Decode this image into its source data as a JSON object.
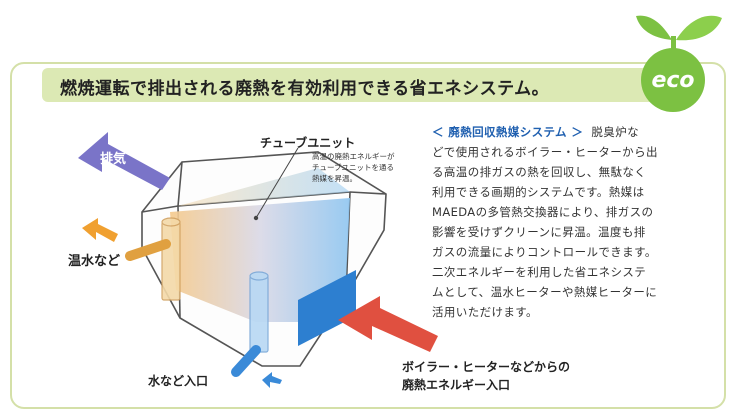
{
  "title": "燃焼運転で排出される廃熱を有効利用できる省エネシステム。",
  "eco_badge": "eco",
  "labels": {
    "exhaust": "排気",
    "hot_water": "温水など",
    "tube_unit": "チューブユニット",
    "tube_note_1": "高温の廃熱エネルギーが",
    "tube_note_2": "チューブユニットを通る",
    "tube_note_3": "熱媒を昇温。",
    "water_inlet": "水など入口",
    "heat_inlet_1": "ボイラー・ヒーターなどからの",
    "heat_inlet_2": "廃熱エネルギー入口"
  },
  "description": {
    "heading": "＜ 廃熱回収熱媒システム ＞",
    "lines": [
      "脱臭炉な",
      "どで使用されるボイラー・ヒーターから出",
      "る高温の排ガスの熱を回収し、無駄なく",
      "利用できる画期的システムです。熱媒は",
      "MAEDAの多管熱交換器により、排ガスの",
      "影響を受けずクリーンに昇温。温度も排",
      "ガスの流量によりコントロールできます。",
      "二次エネルギーを利用した省エネシステ",
      "ムとして、温水ヒーターや熱媒ヒーターに",
      "活用いただけます。"
    ]
  },
  "colors": {
    "title_bar": "#dce9b4",
    "panel_border": "#d4e0a8",
    "eco_green": "#7cc142",
    "exhaust_arrow": "#7a74c8",
    "hot_water_arrow": "#f0a030",
    "heat_inlet_arrow": "#e05040",
    "water_inlet_arrow": "#3a8ad8",
    "warm": "#f5c98a",
    "cool": "#8ec5f0",
    "heading": "#2060b0"
  }
}
